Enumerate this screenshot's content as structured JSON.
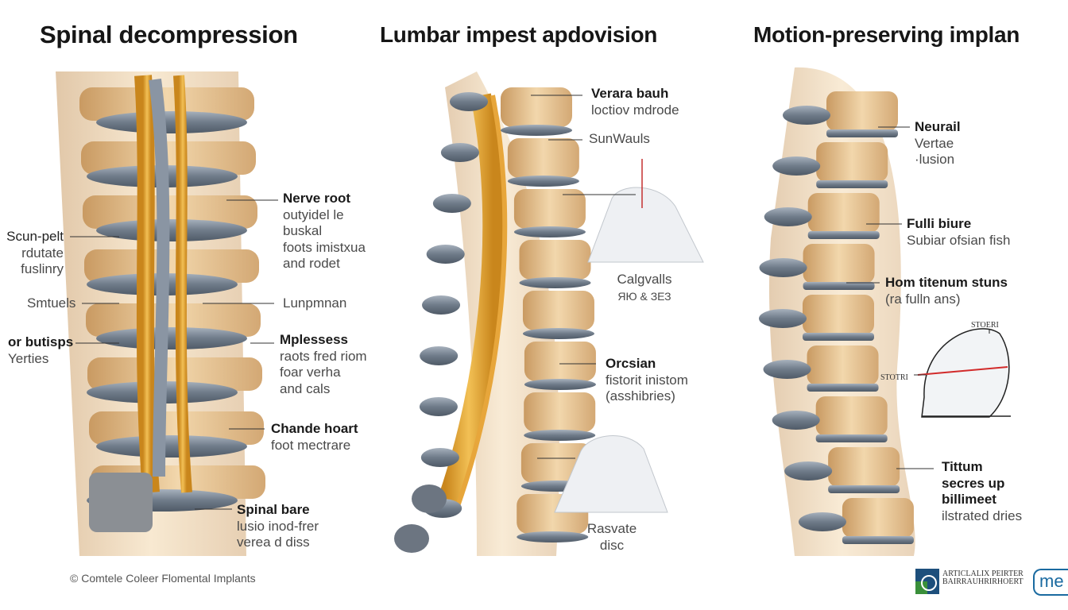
{
  "titles": {
    "left": "Spinal decompression",
    "middle": "Lumbar impest apdovision",
    "right": "Motion-preserving implan"
  },
  "left_panel": {
    "nerve_root": {
      "title": "Nerve root",
      "lines": [
        "outyidel le",
        "buskal",
        "foots imistxua",
        "and rodet"
      ]
    },
    "scun_pelt": {
      "title": "Scun-pelt",
      "lines": [
        "rdutate",
        "fuslinry"
      ]
    },
    "smtuels": {
      "title": "Smtuels",
      "lines": []
    },
    "lunpmnan": {
      "title": "Lunpmnan",
      "lines": []
    },
    "or_butisps": {
      "title": "or butisps",
      "lines": [
        "Yerties"
      ]
    },
    "mplessess": {
      "title": "Mplessess",
      "lines": [
        "raots fred riom",
        "foar verha",
        "and cals"
      ]
    },
    "chande_hoart": {
      "title": "Chande hoart",
      "lines": [
        "foot mectrare"
      ]
    },
    "spinal_bare": {
      "title": "Spinal bare",
      "lines": [
        "lusio inod-frer",
        "verea d diss"
      ]
    }
  },
  "middle_panel": {
    "verara_bauh": {
      "title": "Verara bauh",
      "lines": [
        "loctiov mdrode"
      ]
    },
    "sunwauls": {
      "title": "SunWauls",
      "lines": []
    },
    "calgvalls": {
      "title": "Calgvalls",
      "lines": [
        "ЯЮ & ЗЕЗ"
      ]
    },
    "orcsian": {
      "title": "Orcsian",
      "lines": [
        "fistorit inistom",
        "(asshibries)"
      ]
    },
    "rasvate": {
      "title": "Rasvate",
      "lines": [
        "disc"
      ]
    }
  },
  "right_panel": {
    "neurail": {
      "title": "Neurail",
      "lines": [
        "Vertae",
        "·lusion"
      ]
    },
    "fulli_biure": {
      "title": "Fulli biure",
      "lines": [
        "Subiar ofsian fish"
      ]
    },
    "hom_titenum": {
      "title": "Hom titenum stuns",
      "lines": [
        "(ra fulln ans)"
      ]
    },
    "inset_label_top": "STOERI",
    "inset_label_left": "STOTRI",
    "tittum": {
      "title": "Tittum",
      "lines": [
        "secres up",
        "billimeet",
        "ilstrated dries"
      ]
    }
  },
  "footer": "© Comtele Coleer Flomental Implants",
  "logos": {
    "left_text": [
      "ARTICLALIX PEIRTER",
      "BAIRRAUHRIRHOERT"
    ],
    "right_text": "me"
  },
  "colors": {
    "bone": "#e8c89a",
    "bone_shade": "#c9a06b",
    "disc": "#7f8a97",
    "nerve": "#e0a030",
    "accent_red": "#d22b2b"
  }
}
